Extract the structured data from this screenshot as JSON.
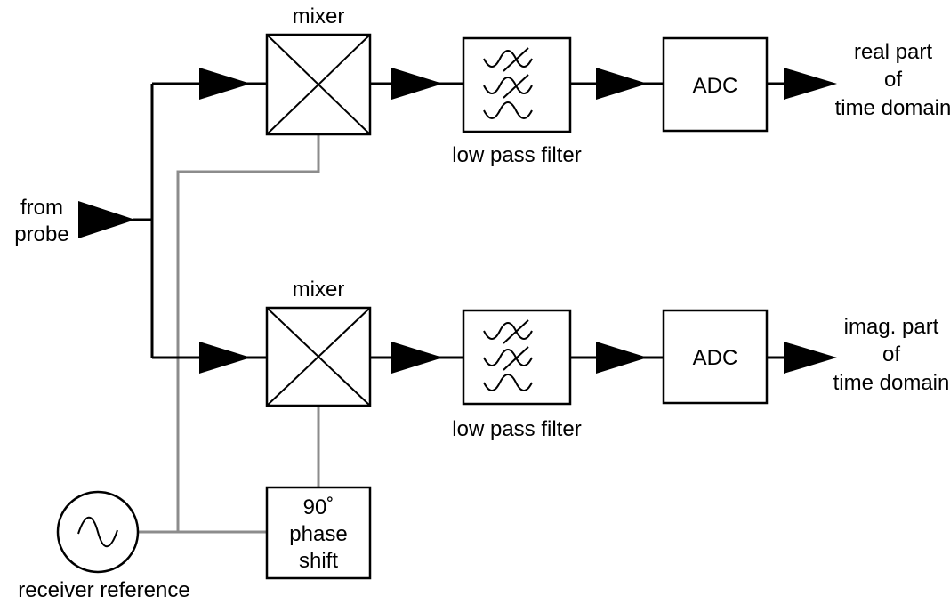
{
  "labels": {
    "mixer_top": "mixer",
    "mixer_bottom": "mixer",
    "filter_top": "low pass filter",
    "filter_bottom": "low pass filter",
    "adc_top": "ADC",
    "adc_bottom": "ADC",
    "input": [
      "from",
      "probe"
    ],
    "output_real": [
      "real part",
      "of",
      "time domain"
    ],
    "output_imag": [
      "imag. part",
      "of",
      "time domain"
    ],
    "phase_shift": [
      "90˚",
      "phase",
      "shift"
    ],
    "reference": "receiver reference"
  },
  "colors": {
    "signal_line": "#000000",
    "reference_line": "#8c8c8c",
    "background": "#ffffff"
  }
}
